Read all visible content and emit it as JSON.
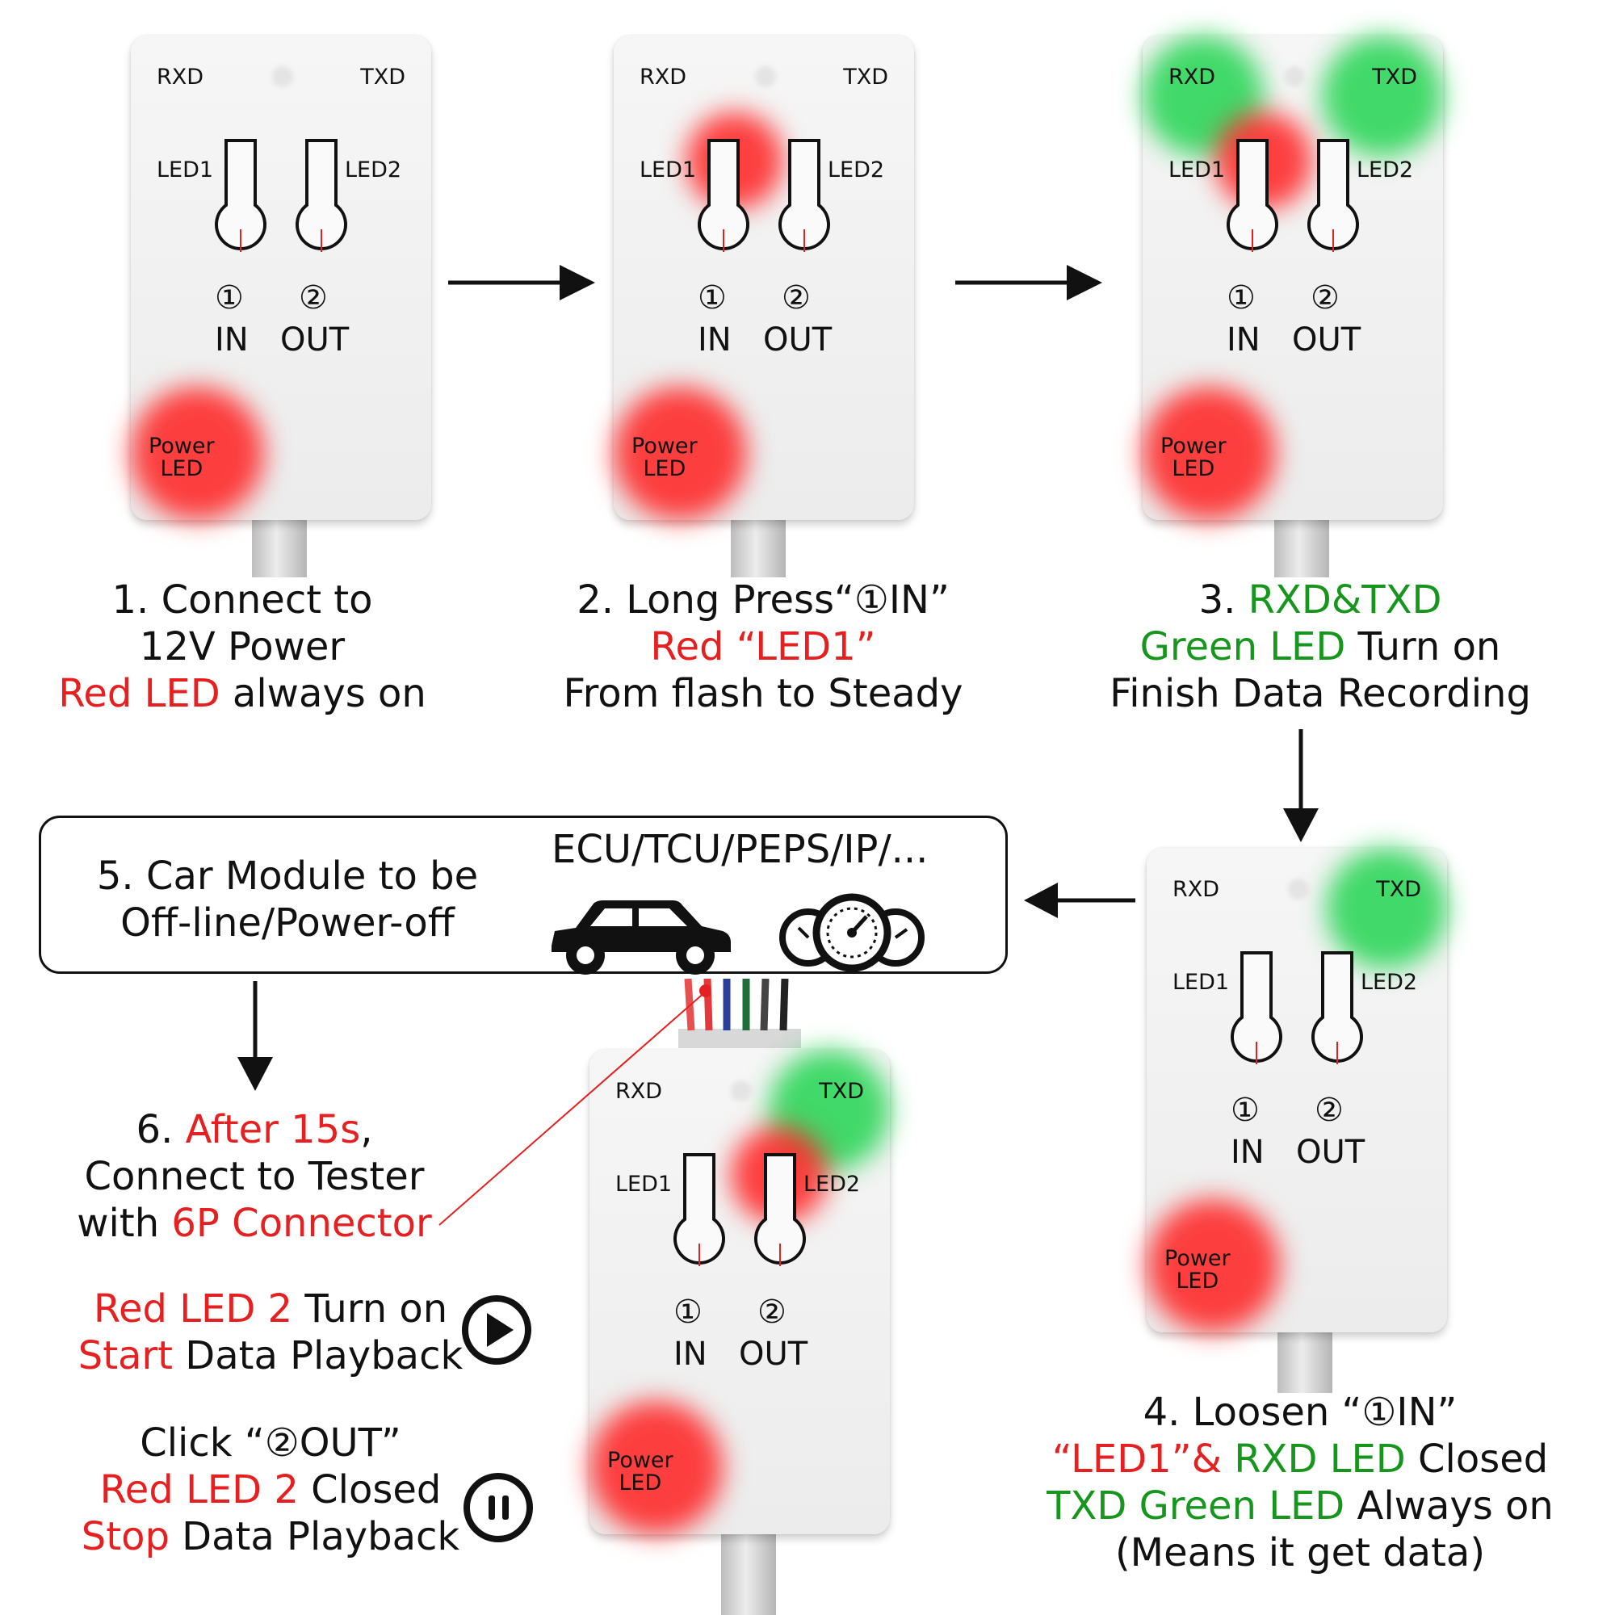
{
  "device_labels": {
    "rxd": "RXD",
    "txd": "TXD",
    "led1": "LED1",
    "led2": "LED2",
    "num1": "①",
    "num2": "②",
    "in": "IN",
    "out": "OUT",
    "power_line1": "Power",
    "power_line2": "LED"
  },
  "step1": {
    "line1": "1. Connect to",
    "line2": "12V Power",
    "line3_red": "Red LED",
    "line3_rest": " always on"
  },
  "step2": {
    "line1": "2. Long Press“①IN”",
    "line2_red": "Red “LED1”",
    "line3": "From flash to Steady"
  },
  "step3": {
    "line1_num": "3. ",
    "line1_green": "RXD&TXD",
    "line2_green": "Green LED",
    "line2_rest": " Turn on",
    "line3": "Finish Data Recording"
  },
  "step4": {
    "line1": "4. Loosen “①IN”",
    "line2_red": "“LED1”& ",
    "line2_green": "RXD LED",
    "line2_rest": " Closed",
    "line3_green": "TXD Green LED",
    "line3_rest": " Always on",
    "line4": "(Means it get data)"
  },
  "step5": {
    "line1": "5. Car Module to be",
    "line2": "Off-line/Power-off",
    "modules": "ECU/TCU/PEPS/IP/..."
  },
  "step6": {
    "line1_num": "6. ",
    "line1_red": "After 15s",
    "line1_rest": ",",
    "line2": "Connect to Tester",
    "line3_pre": "with ",
    "line3_red": "6P Connector"
  },
  "playback": {
    "start_line1_red": "Red LED 2",
    "start_line1_rest": " Turn on",
    "start_line2_red": "Start",
    "start_line2_rest": " Data Playback",
    "stop_line1": "Click “②OUT”",
    "stop_line2_red": "Red LED 2",
    "stop_line2_rest": " Closed",
    "stop_line3_red": "Stop",
    "stop_line3_rest": " Data Playback"
  },
  "colors": {
    "red_text": "#e62020",
    "green_text": "#17961d",
    "led_red": "#ff1e1e",
    "led_green": "#14d246"
  }
}
